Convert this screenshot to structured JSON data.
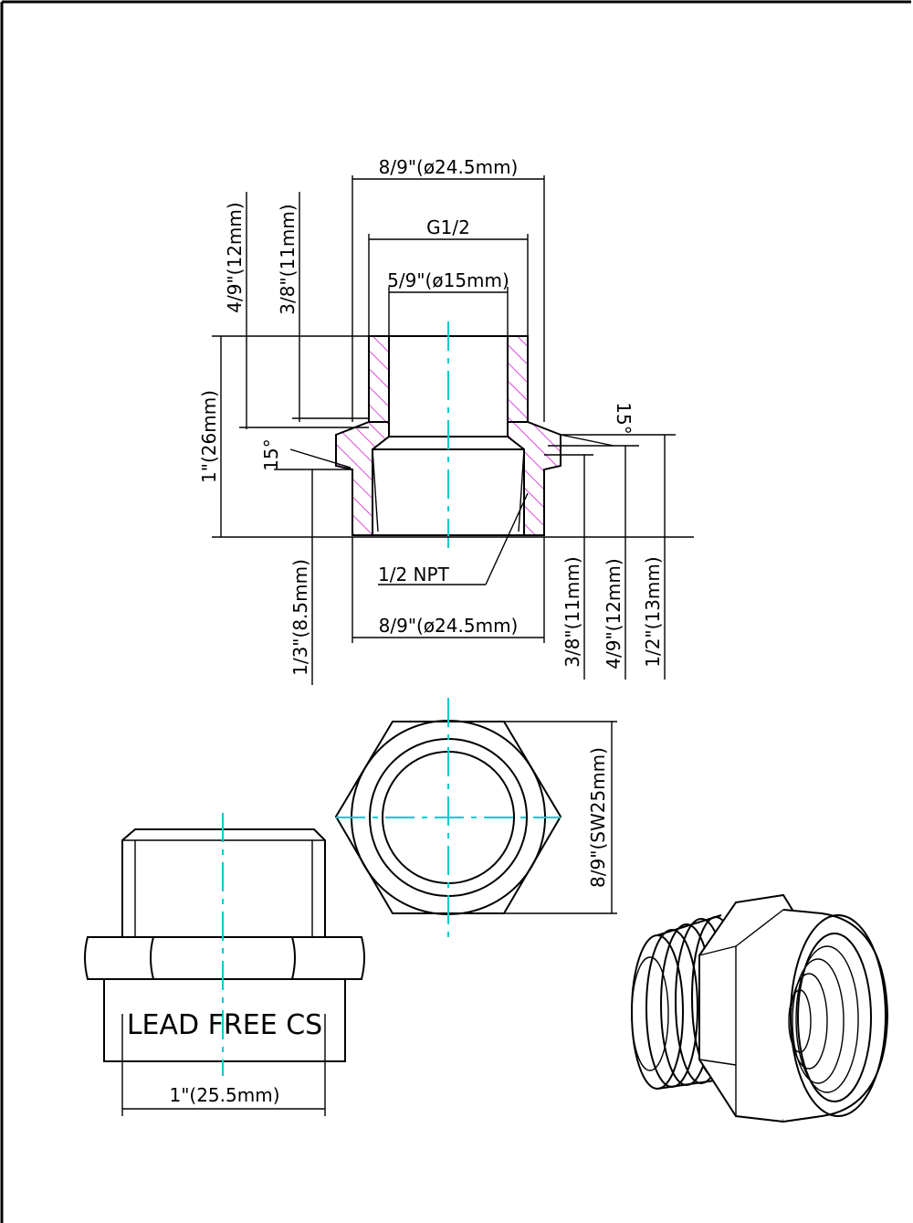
{
  "dimensions": {
    "top_od": "8/9\"(ø24.5mm)",
    "thread_top": "G1/2",
    "bore": "5/9\"(ø15mm)",
    "left_thread_len": "4/9\"(12mm)",
    "left_thread_len2": "3/8\"(11mm)",
    "overall_height": "1\"(26mm)",
    "angle_left": "15°",
    "angle_right": "15°",
    "npt_label": "1/2 NPT",
    "bottom_od": "8/9\"(ø24.5mm)",
    "bottom_left": "1/3\"(8.5mm)",
    "right_1": "3/8\"(11mm)",
    "right_2": "4/9\"(12mm)",
    "right_3": "1/2\"(13mm)",
    "hex_sw": "8/9\"(SW25mm)",
    "side_width": "1\"(25.5mm)"
  },
  "marking": "LEAD FREE CS",
  "colors": {
    "line": "#000000",
    "hatch": "#d020d0",
    "centerline": "#00cccc"
  }
}
